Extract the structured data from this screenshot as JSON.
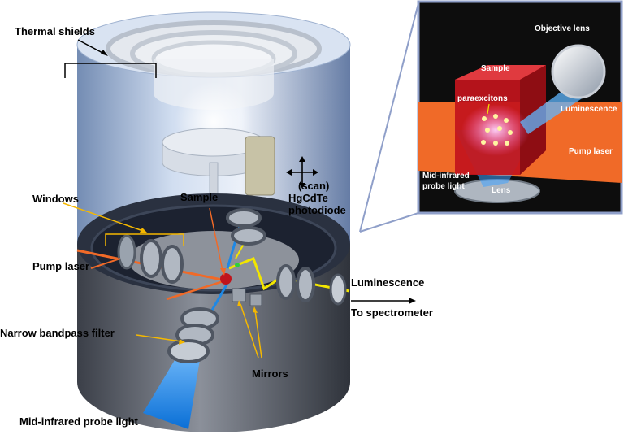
{
  "labels": {
    "thermal_shields": "Thermal shields",
    "windows": "Windows",
    "pump_laser": "Pump laser",
    "narrow_bandpass_filter": "Narrow bandpass filter",
    "mid_infrared_probe_light": "Mid-infrared probe light",
    "sample": "Sample",
    "scan": "(scan)",
    "photodiode_line1": "HgCdTe",
    "photodiode_line2": "photodiode",
    "luminescence": "Luminescence",
    "to_spectrometer": "To spectrometer",
    "mirrors": "Mirrors"
  },
  "inset": {
    "objective_lens": "Objective lens",
    "sample": "Sample",
    "paraexcitons": "paraexcitons",
    "luminescence": "Luminescence",
    "pump_laser": "Pump laser",
    "probe_line1": "Mid-infrared",
    "probe_line2": "probe light",
    "lens": "Lens"
  },
  "colors": {
    "pump_laser": "#f06a28",
    "probe_light": "#1e88e5",
    "luminescence": "#f2e600",
    "pointer_yellow": "#f5b800",
    "sample_red": "#c0141c",
    "inset_background": "#0d0d0d"
  }
}
